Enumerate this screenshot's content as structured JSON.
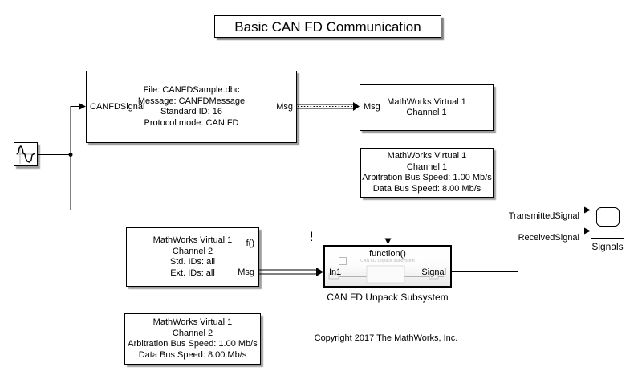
{
  "title": "Basic CAN FD Communication",
  "blocks": {
    "source": {
      "icon": "noisy-sine-wave"
    },
    "pack": {
      "input_port": "CANFDSignal",
      "output_port": "Msg",
      "lines": [
        "File: CANFDSample.dbc",
        "Message: CANFDMessage",
        "Standard ID: 16",
        "Protocol mode: CAN FD"
      ]
    },
    "transmit": {
      "input_port": "Msg",
      "lines": [
        "MathWorks Virtual 1",
        "Channel 1"
      ]
    },
    "config_ch1": {
      "lines": [
        "MathWorks Virtual 1",
        "Channel 1",
        "Arbitration Bus Speed: 1.00 Mb/s",
        "Data Bus Speed: 8.00 Mb/s"
      ]
    },
    "receive": {
      "lines": [
        "MathWorks Virtual 1",
        "Channel 2",
        "Std. IDs: all",
        "Ext. IDs: all"
      ],
      "function_port": "f()",
      "output_port": "Msg"
    },
    "unpack_subsystem": {
      "trigger_label": "function()",
      "preview_caption": "CAN FD Unpack Subsystem",
      "input_port": "In1",
      "output_port": "Signal",
      "name_label": "CAN FD Unpack Subsystem"
    },
    "config_ch2": {
      "lines": [
        "MathWorks Virtual 1",
        "Channel 2",
        "Arbitration Bus Speed: 1.00 Mb/s",
        "Data Bus Speed: 8.00 Mb/s"
      ]
    },
    "scope": {
      "name_label": "Signals"
    }
  },
  "signal_labels": {
    "transmitted": "TransmittedSignal",
    "received": "ReceivedSignal"
  },
  "footer": {
    "copyright": "Copyright 2017 The MathWorks, Inc."
  },
  "colors": {
    "wire": "#000000",
    "block_border": "#000000",
    "background": "#ffffff"
  }
}
